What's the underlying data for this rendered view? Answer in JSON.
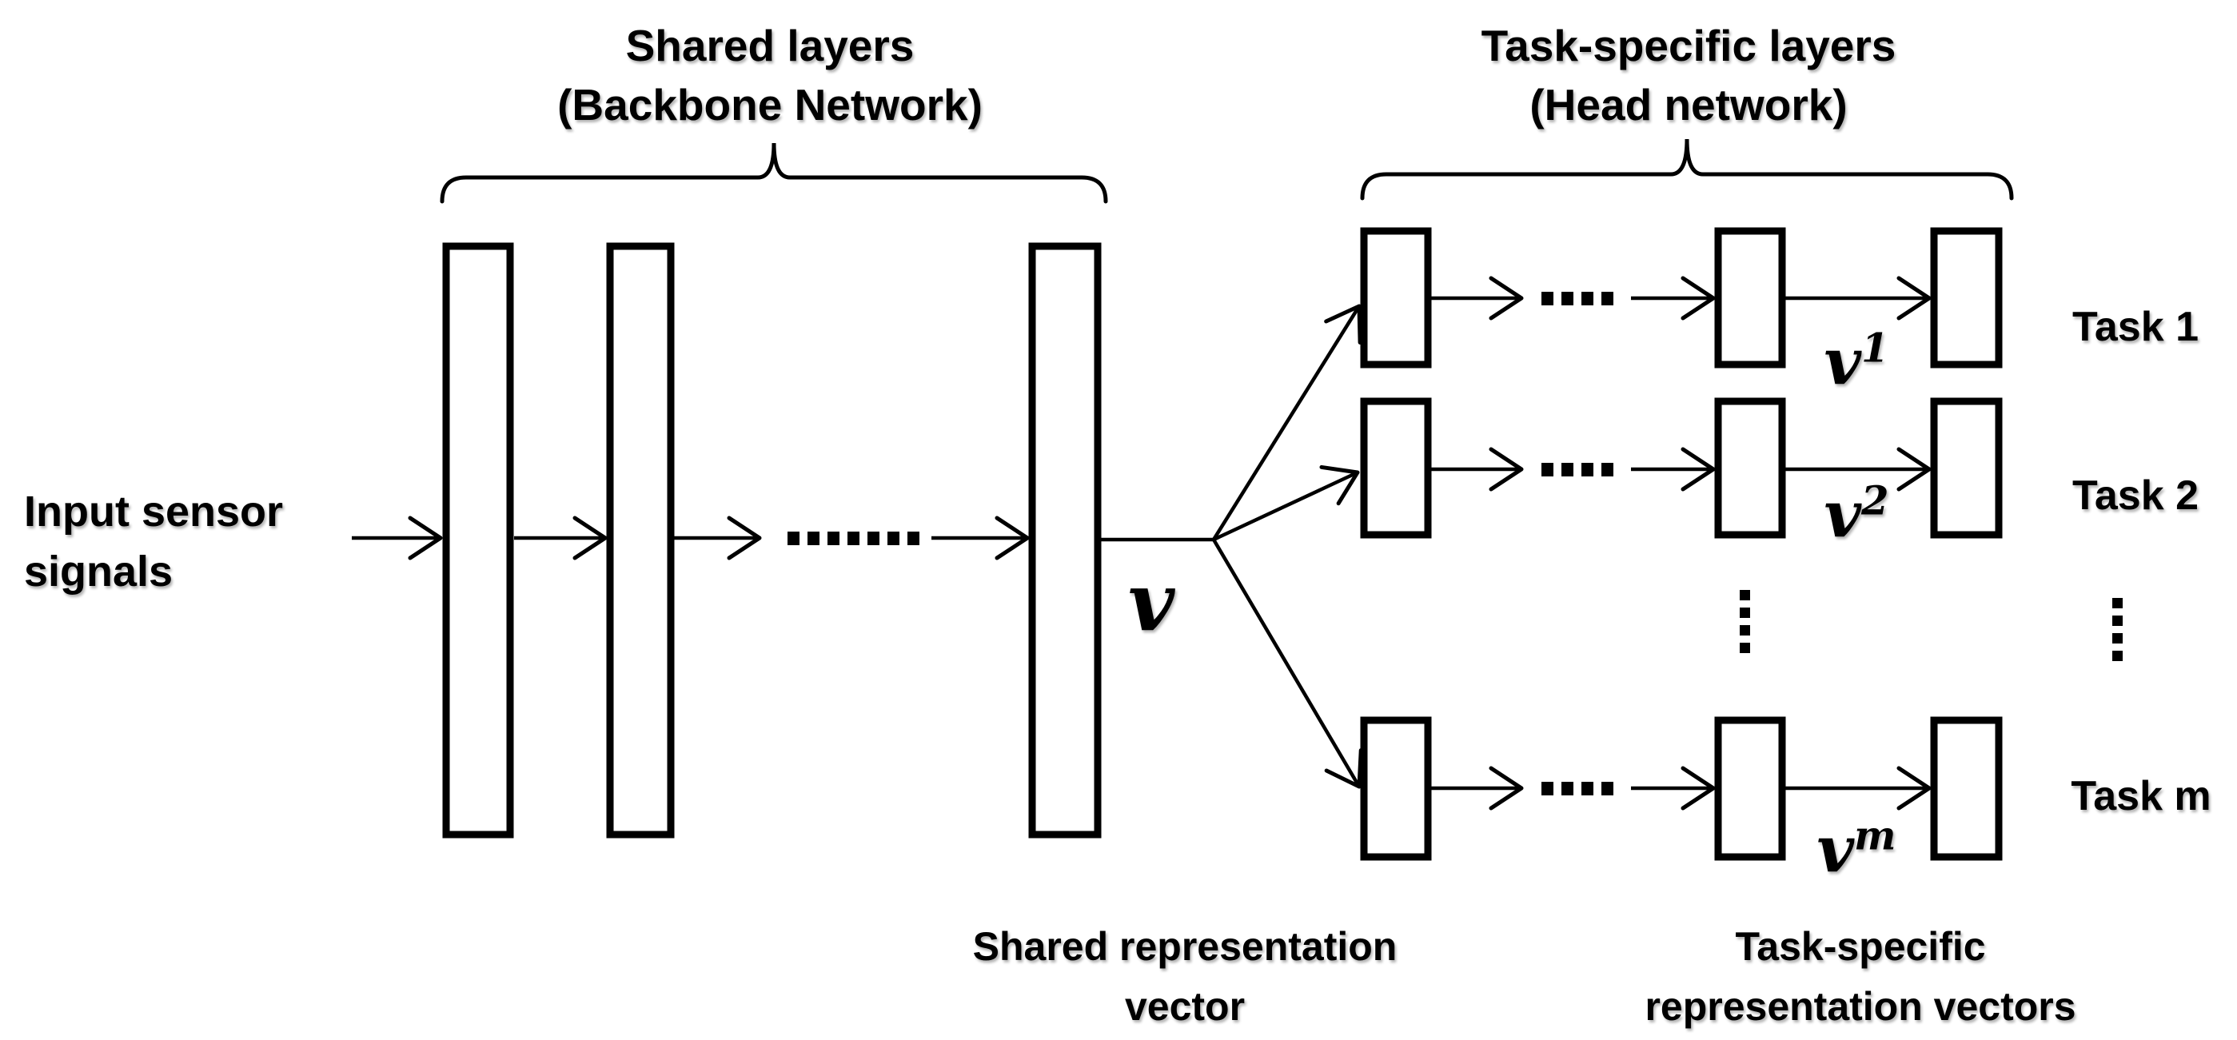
{
  "diagram": {
    "colors": {
      "ink": "#000000",
      "background": "#ffffff"
    },
    "input": {
      "line1": "Input sensor",
      "line2": "signals"
    },
    "backbone": {
      "title_line1": "Shared layers",
      "title_line2": "(Backbone Network)",
      "vector_symbol": "v",
      "caption_line1": "Shared representation",
      "caption_line2": "vector"
    },
    "heads": {
      "title_line1": "Task-specific layers",
      "title_line2": "(Head network)",
      "caption_line1": "Task-specific",
      "caption_line2": "representation vectors",
      "rows": [
        {
          "task_label": "Task 1",
          "vector_base": "v",
          "vector_sup": "1"
        },
        {
          "task_label": "Task 2",
          "vector_base": "v",
          "vector_sup": "2"
        },
        {
          "task_label": "Task m",
          "vector_base": "v",
          "vector_sup": "m"
        }
      ]
    }
  }
}
